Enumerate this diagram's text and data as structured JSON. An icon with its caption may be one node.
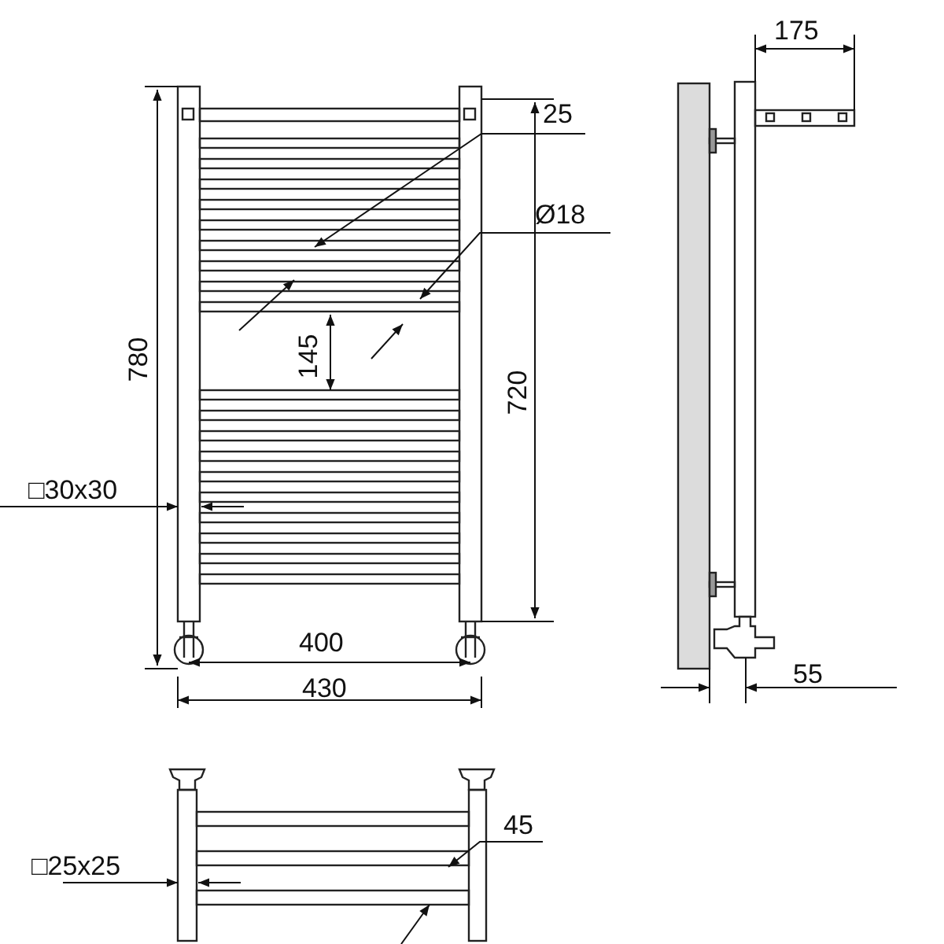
{
  "diagram": {
    "labels": [
      "175",
      "25",
      "Ø18",
      "145",
      "780",
      "720",
      "□30x30",
      "400",
      "55",
      "430",
      "45",
      "□25x25"
    ]
  }
}
